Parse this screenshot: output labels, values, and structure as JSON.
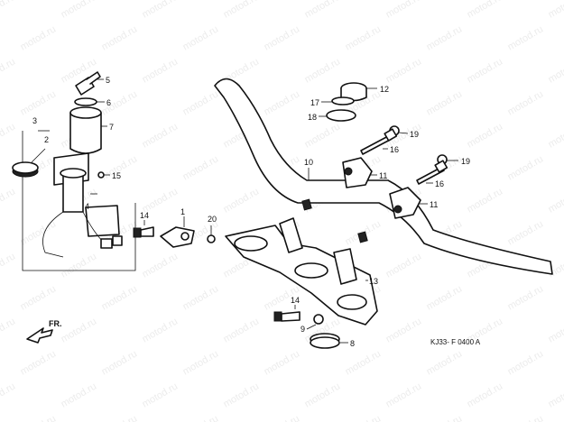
{
  "watermark": "motod.ru",
  "diagram_code": "KJ33- F 0400 A",
  "direction": "FR.",
  "callouts": [
    {
      "id": "c1",
      "text": "1"
    },
    {
      "id": "c2",
      "text": "2"
    },
    {
      "id": "c3",
      "text": "3"
    },
    {
      "id": "c4",
      "text": "4"
    },
    {
      "id": "c5",
      "text": "5"
    },
    {
      "id": "c6",
      "text": "6"
    },
    {
      "id": "c7",
      "text": "7"
    },
    {
      "id": "c8",
      "text": "8"
    },
    {
      "id": "c9",
      "text": "9"
    },
    {
      "id": "c10",
      "text": "10"
    },
    {
      "id": "c11a",
      "text": "11"
    },
    {
      "id": "c11b",
      "text": "11"
    },
    {
      "id": "c12",
      "text": "12"
    },
    {
      "id": "c13",
      "text": "13"
    },
    {
      "id": "c14a",
      "text": "14"
    },
    {
      "id": "c14b",
      "text": "14"
    },
    {
      "id": "c15",
      "text": "15"
    },
    {
      "id": "c16a",
      "text": "16"
    },
    {
      "id": "c16b",
      "text": "16"
    },
    {
      "id": "c17",
      "text": "17"
    },
    {
      "id": "c18",
      "text": "18"
    },
    {
      "id": "c19a",
      "text": "19"
    },
    {
      "id": "c19b",
      "text": "19"
    },
    {
      "id": "c20",
      "text": "20"
    }
  ]
}
